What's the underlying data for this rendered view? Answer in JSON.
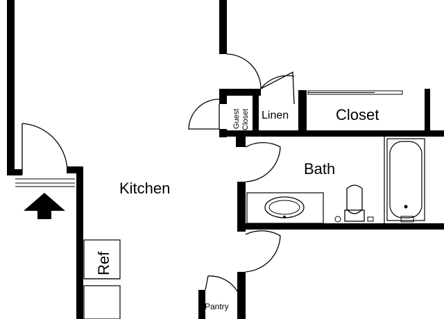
{
  "rooms": {
    "kitchen": "Kitchen",
    "closet": "Closet",
    "linen": "Linen",
    "guest_closet_line1": "Guest",
    "guest_closet_line2": "Closet",
    "bath": "Bath",
    "ref": "Ref",
    "pantry": "Pantry"
  },
  "icons": {
    "entry_arrow": "arrow-up-icon",
    "bathtub": "bathtub-icon",
    "toilet": "toilet-icon",
    "sink": "sink-icon",
    "refrigerator": "refrigerator-icon"
  },
  "colors": {
    "wall": "#000000",
    "background": "#ffffff"
  }
}
